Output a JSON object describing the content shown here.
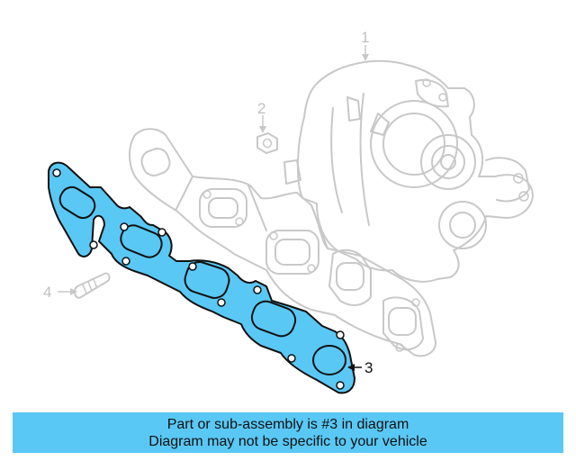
{
  "callouts": {
    "part1": "1",
    "part2": "2",
    "part3": "3",
    "part4": "4"
  },
  "banner": {
    "line1": "Part or sub-assembly is #3 in diagram",
    "line2": "Diagram may not be specific to your vehicle"
  },
  "colors": {
    "highlight": "#5ac8f5",
    "ghost": "#c8c8c8",
    "outline": "#111111"
  }
}
